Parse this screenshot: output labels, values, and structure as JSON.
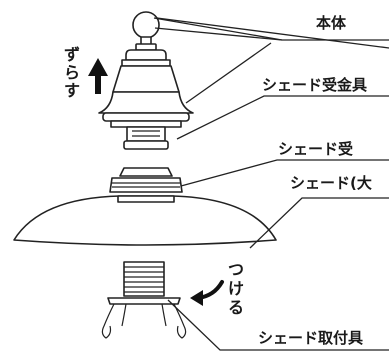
{
  "labels": {
    "body": "本体",
    "shade_receiver_bracket": "シェード受金具",
    "shade_receiver": "シェード受",
    "shade_large": "シェード(大",
    "shade_mount_bracket": "シェード取付具"
  },
  "annotations": {
    "slide": [
      "ず",
      "ら",
      "す"
    ],
    "attach": [
      "つ",
      "け",
      "る"
    ]
  }
}
